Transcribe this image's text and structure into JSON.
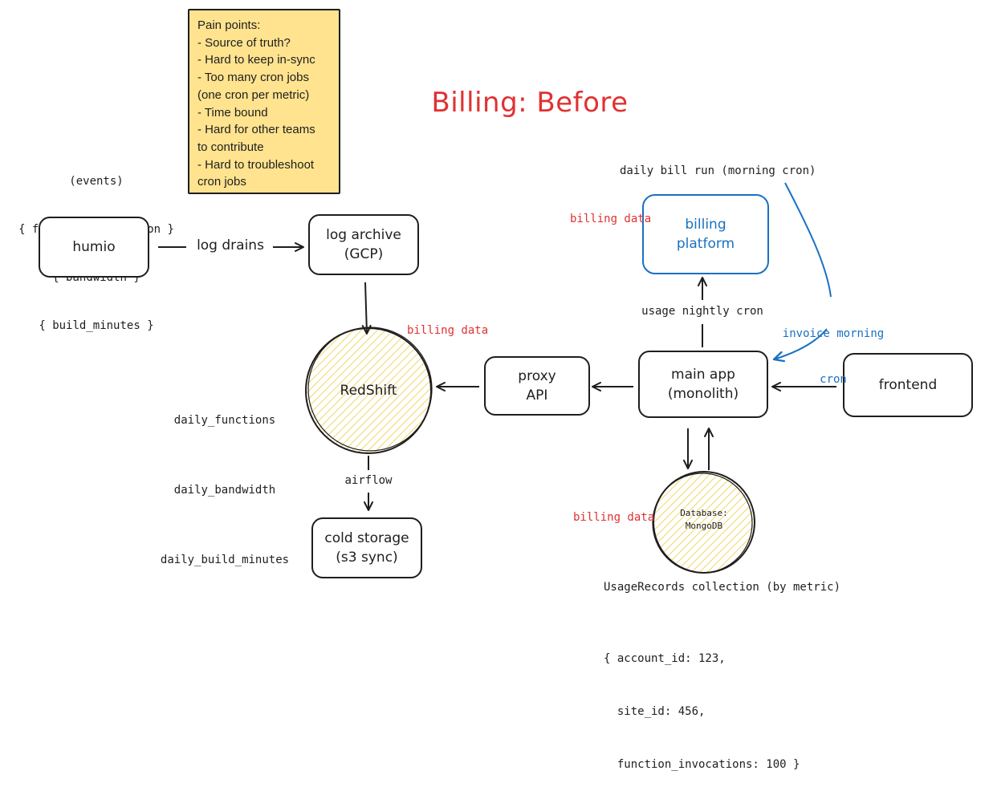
{
  "title": "Billing: Before",
  "pain_points": {
    "lines": [
      "Pain points:",
      "- Source of truth?",
      "- Hard to keep in-sync",
      "- Too many cron jobs",
      "(one cron per metric)",
      "- Time bound",
      "- Hard for other teams",
      "to contribute",
      "- Hard to troubleshoot",
      "cron jobs"
    ]
  },
  "events": [
    "(events)",
    "{ function_invocation }",
    "{ bandwidth }",
    "{ build_minutes }"
  ],
  "nodes": {
    "humio": "humio",
    "log_archive": [
      "log archive",
      "(GCP)"
    ],
    "redshift": "RedShift",
    "cold_storage": [
      "cold storage",
      "(s3 sync)"
    ],
    "proxy_api": [
      "proxy",
      "API"
    ],
    "main_app": [
      "main app",
      "(monolith)"
    ],
    "frontend": "frontend",
    "billing_platform": [
      "billing",
      "platform"
    ],
    "database": [
      "Database:",
      "MongoDB"
    ]
  },
  "edge_labels": {
    "log_drains": "log drains",
    "airflow": "airflow",
    "usage_nightly_cron": "usage nightly cron",
    "daily_bill_run": "daily bill run (morning cron)",
    "invoice_morning_cron": [
      "invoice morning",
      "cron"
    ]
  },
  "billing_data_labels": {
    "redshift": "billing data",
    "billing_platform": "billing data",
    "database": "billing data"
  },
  "redshift_tables": [
    "daily_functions",
    "daily_bandwidth",
    "daily_build_minutes"
  ],
  "usage_records": {
    "title": "UsageRecords collection (by metric)",
    "example": [
      "{ account_id: 123,",
      "  site_id: 456,",
      "  function_invocations: 100 }"
    ]
  },
  "colors": {
    "accent_red": "#e03131",
    "accent_blue": "#1971c2",
    "sticky_yellow": "#ffe38f",
    "hatch_yellow": "#f5d96b",
    "stroke": "#1e1e1e"
  }
}
